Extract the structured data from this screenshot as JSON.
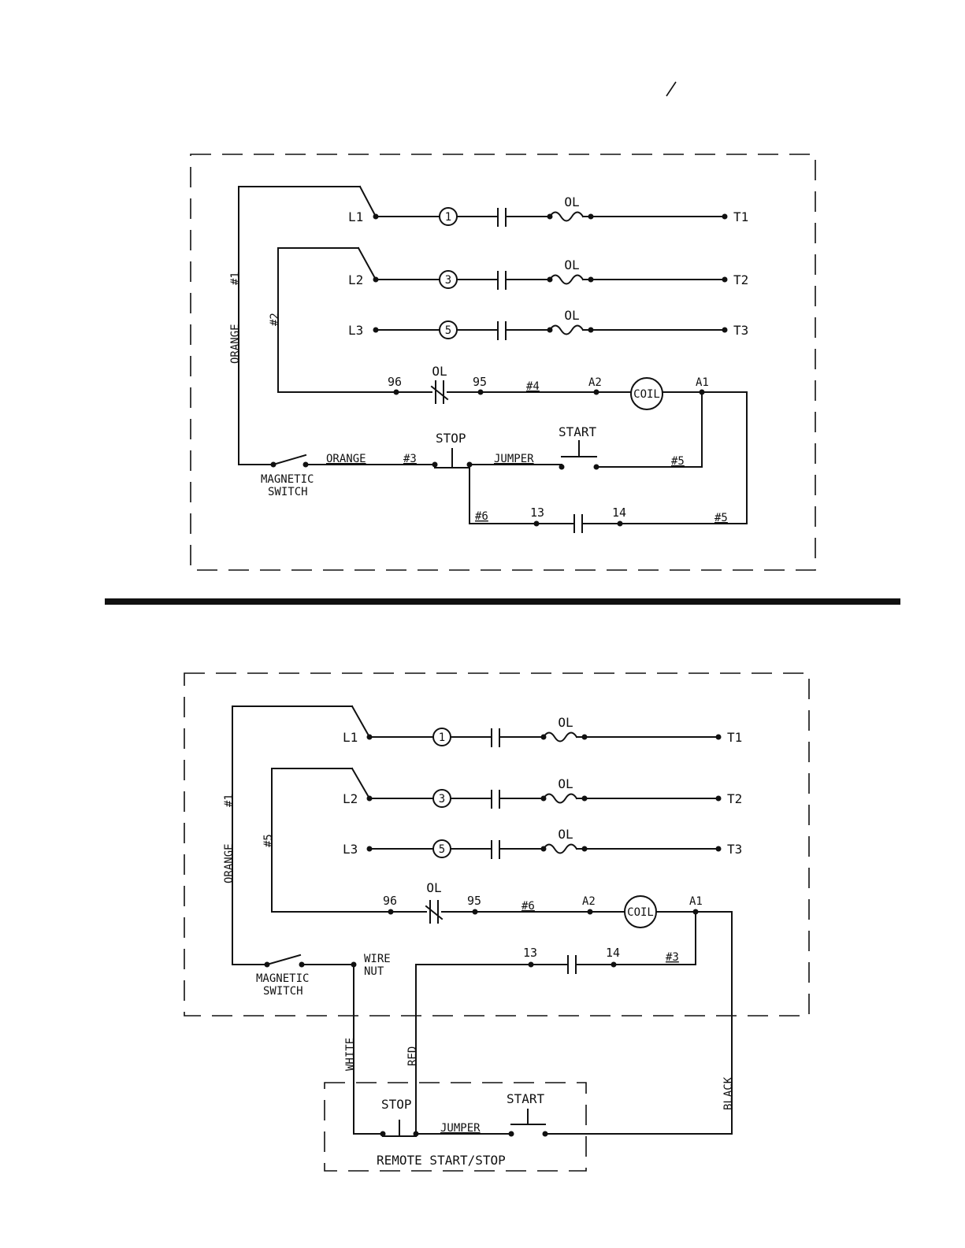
{
  "d1": {
    "lines": [
      "L1",
      "L2",
      "L3"
    ],
    "terminals": [
      "T1",
      "T2",
      "T3"
    ],
    "circles": [
      "1",
      "3",
      "5"
    ],
    "ol": "OL",
    "wire_orange_1": "ORANGE",
    "wire_num_1": "#1",
    "wire_num_2": "#2",
    "pt_96": "96",
    "pt_95": "95",
    "wire_num_4": "#4",
    "pt_a2": "A2",
    "coil": "COIL",
    "pt_a1": "A1",
    "stop": "STOP",
    "start": "START",
    "wire_orange_2": "ORANGE",
    "wire_num_3": "#3",
    "jumper": "JUMPER",
    "wire_num_5a": "#5",
    "wire_num_5b": "#5",
    "magnetic": "MAGNETIC",
    "switch": "SWITCH",
    "wire_num_6": "#6",
    "pt_13": "13",
    "pt_14": "14"
  },
  "d2": {
    "lines": [
      "L1",
      "L2",
      "L3"
    ],
    "terminals": [
      "T1",
      "T2",
      "T3"
    ],
    "circles": [
      "1",
      "3",
      "5"
    ],
    "ol": "OL",
    "wire_orange": "ORANGE",
    "wire_num_1": "#1",
    "wire_num_5": "#5",
    "pt_96": "96",
    "pt_95": "95",
    "wire_num_6": "#6",
    "pt_a2": "A2",
    "coil": "COIL",
    "pt_a1": "A1",
    "pt_13": "13",
    "pt_14": "14",
    "wire_num_3": "#3",
    "magnetic": "MAGNETIC",
    "switch": "SWITCH",
    "wire": "WIRE",
    "nut": "NUT",
    "white": "WHITE",
    "red": "RED",
    "black": "BLACK",
    "stop": "STOP",
    "start": "START",
    "jumper": "JUMPER",
    "remote": "REMOTE START/STOP"
  }
}
